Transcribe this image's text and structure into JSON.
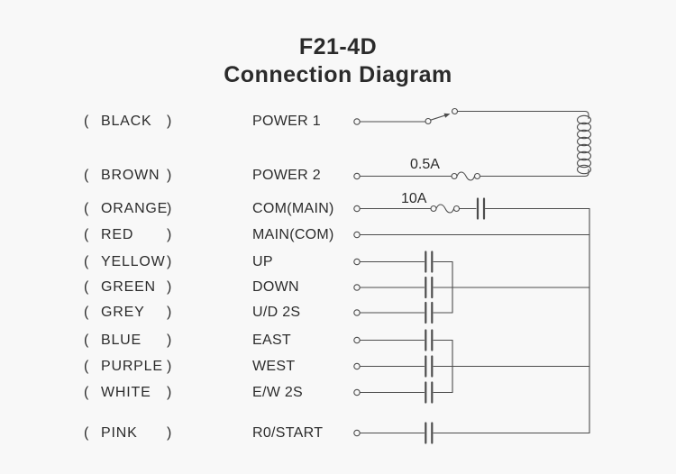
{
  "title": {
    "line1": "F21-4D",
    "line2": "Connection Diagram"
  },
  "punctuation": {
    "open_paren": "(",
    "close_paren": ")"
  },
  "rows": [
    {
      "wire_color": "BLACK",
      "label": "POWER 1"
    },
    {
      "wire_color": "BROWN",
      "label": "POWER 2"
    },
    {
      "wire_color": "ORANGE",
      "label": "COM(MAIN)"
    },
    {
      "wire_color": "RED",
      "label": "MAIN(COM)"
    },
    {
      "wire_color": "YELLOW",
      "label": "UP"
    },
    {
      "wire_color": "GREEN",
      "label": "DOWN"
    },
    {
      "wire_color": "GREY",
      "label": "U/D 2S"
    },
    {
      "wire_color": "BLUE",
      "label": "EAST"
    },
    {
      "wire_color": "PURPLE",
      "label": "WEST"
    },
    {
      "wire_color": "WHITE",
      "label": "E/W 2S"
    },
    {
      "wire_color": "PINK",
      "label": "R0/START"
    }
  ],
  "circuit": {
    "fuse_power2_rating": "0.5A",
    "fuse_com_rating": "10A"
  },
  "colors": {
    "background": "#f8f8f8",
    "line": "#4d4d4d",
    "text": "#2b2b2b"
  }
}
